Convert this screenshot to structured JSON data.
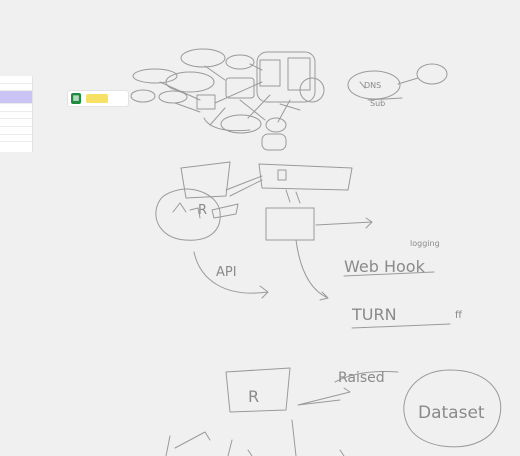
{
  "canvas": {
    "background": "#f0f0f0",
    "ink_color": "#8c8c8c"
  },
  "sheet_preview": {
    "selected_row_color": "#c9c4f4"
  },
  "file_chip": {
    "icon": "spreadsheet-icon",
    "icon_color": "#1e8e3e",
    "name_highlight_color": "#f5dc4a"
  },
  "sketch_labels": {
    "dns": "DNS",
    "dns_sub": "Sub",
    "api": "API",
    "webhook": "Web Hook",
    "turn": "TURN",
    "ff": "ff",
    "debug": "logging",
    "dataset": "Dataset",
    "raised": "Raised",
    "r": "R"
  }
}
